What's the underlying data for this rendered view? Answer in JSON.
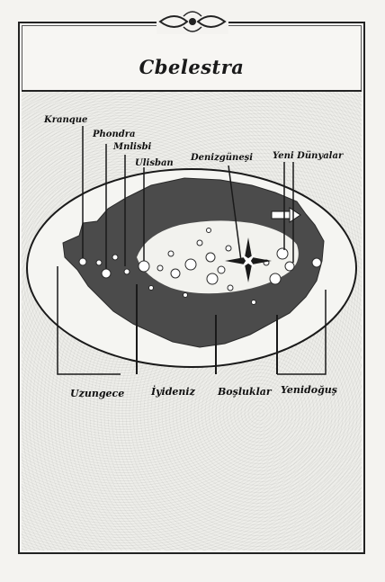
{
  "title": "Cbelestra",
  "top_labels": {
    "kranque": "Kranque",
    "phondra": "Phondra",
    "mnlisbi": "Mnlisbi",
    "ulisban": "Ulisban",
    "denizgunesi": "Denizgüneşi",
    "yeni_dunyalar": "Yeni Dünyalar"
  },
  "bottom_labels": {
    "uzungece": "Uzungece",
    "iyideniz": "İyideniz",
    "bosluklar": "Boşluklar",
    "yenidogus": "Yenidoğuş"
  },
  "icons": {
    "ornament": "scroll-ornament-icon",
    "star": "compass-star-icon",
    "arrow": "arrow-right-icon"
  },
  "colors": {
    "ink": "#1a1a1a",
    "sea": "#4a4a4a",
    "paper": "#f4f3f0"
  }
}
